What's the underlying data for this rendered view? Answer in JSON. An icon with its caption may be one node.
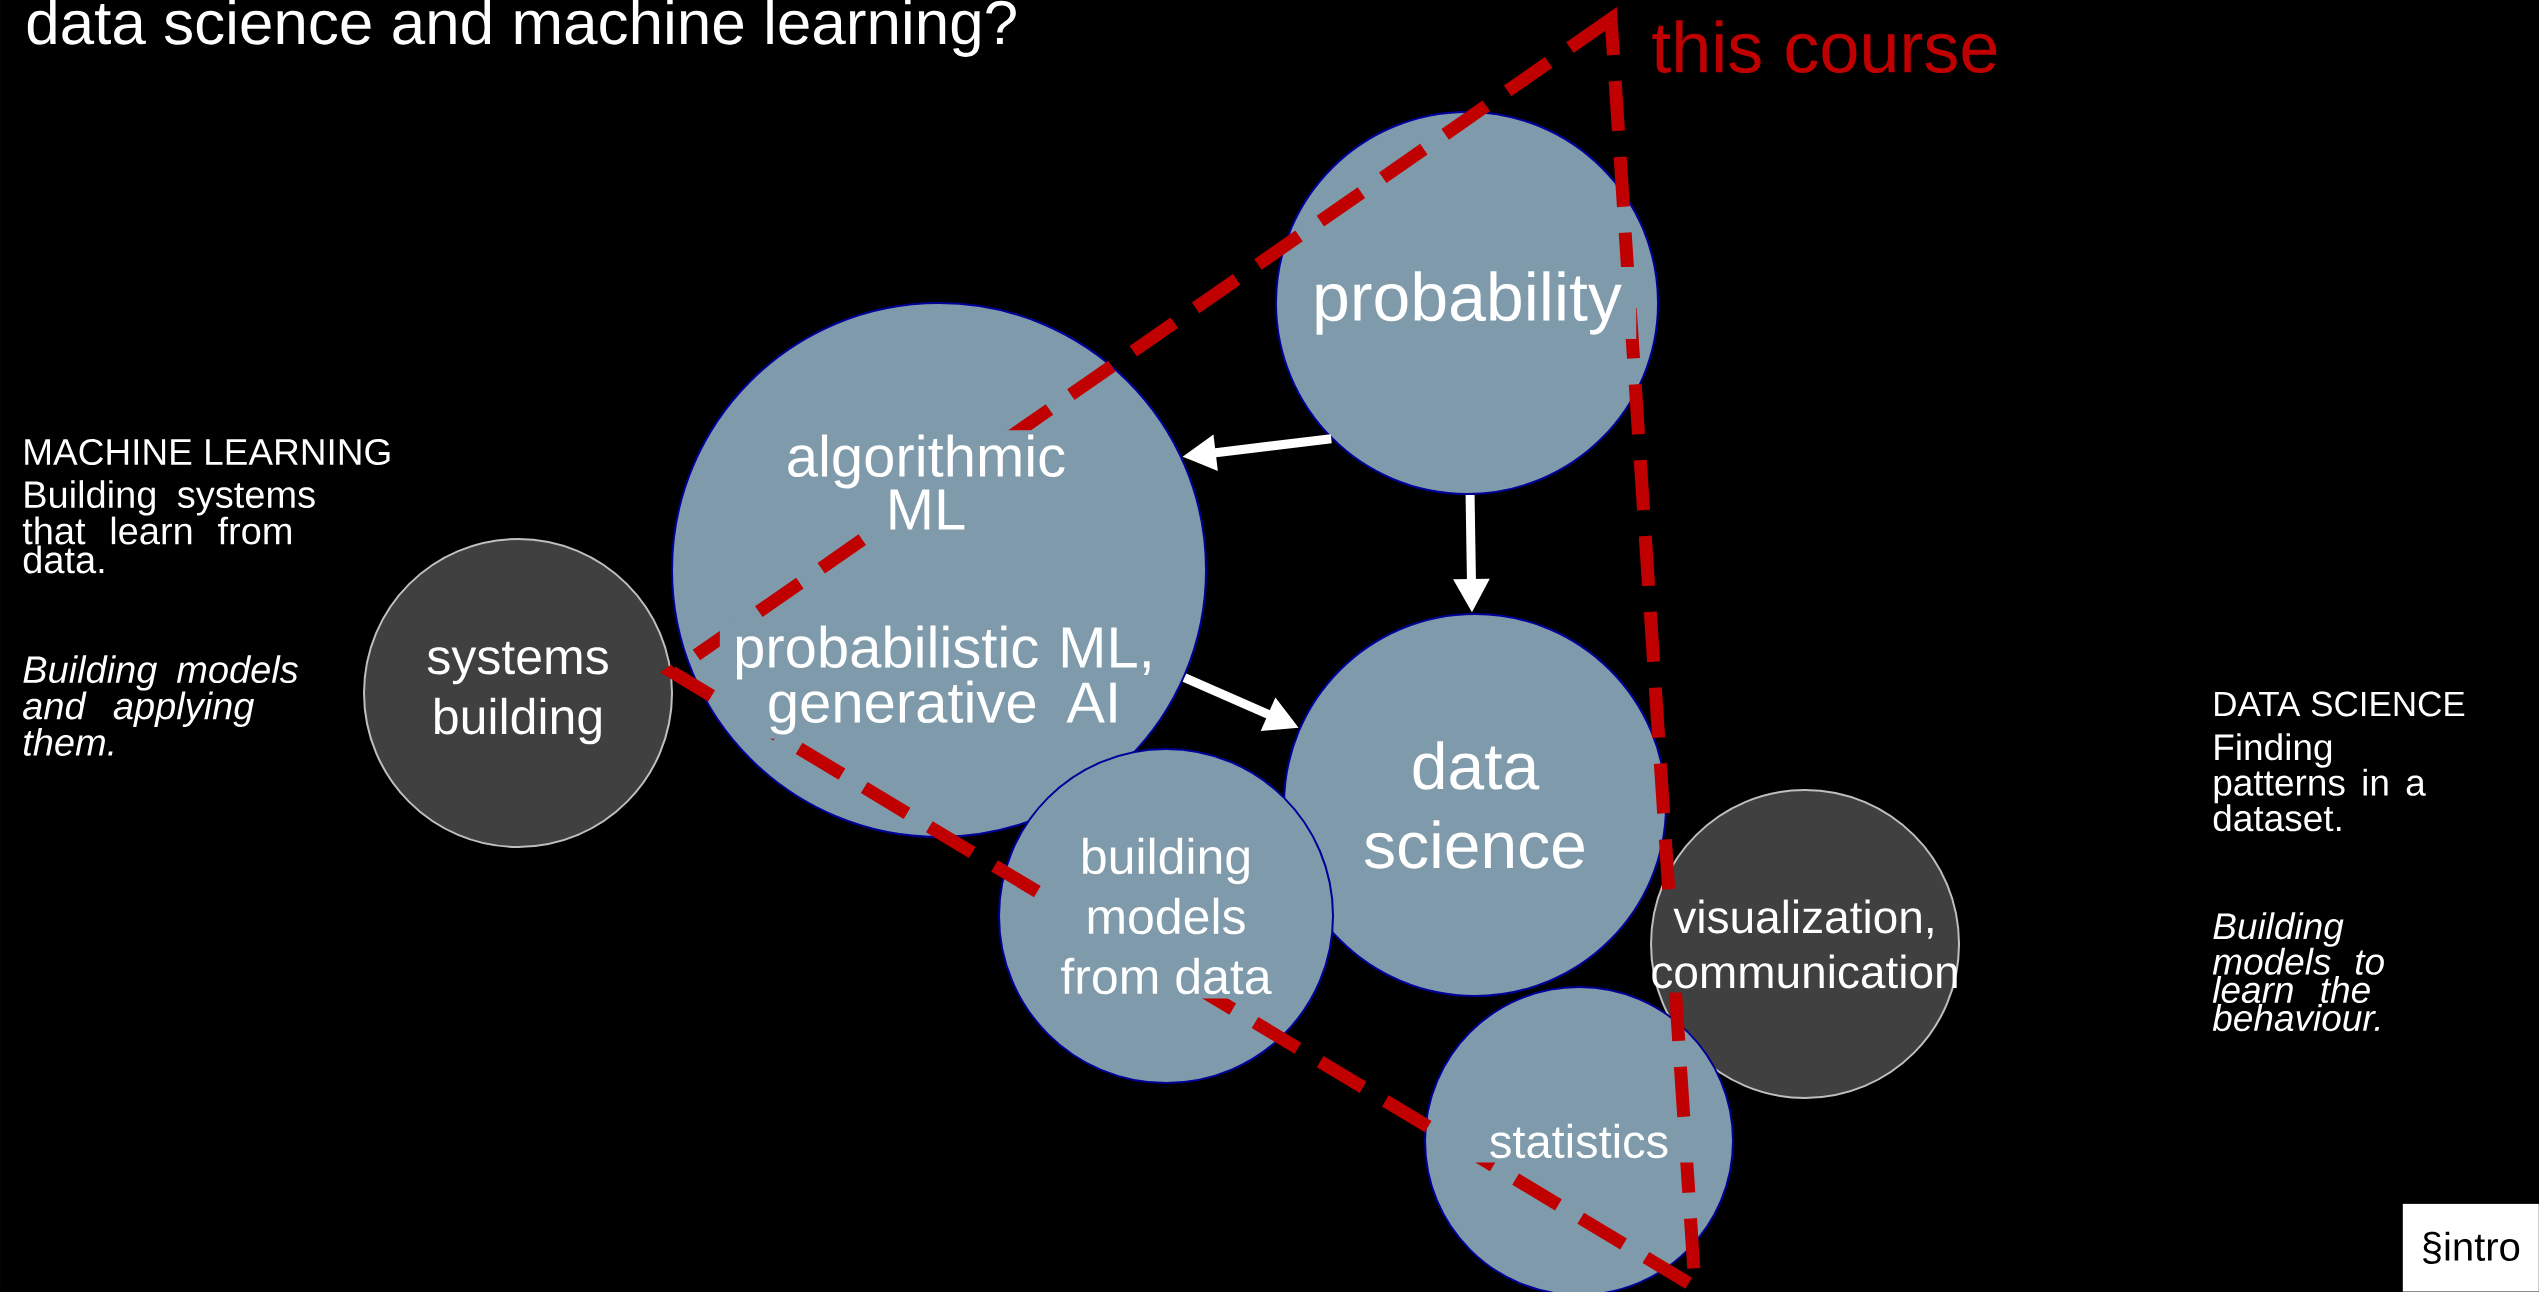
{
  "diagram": {
    "title": "data science and machine learning?",
    "nodes": [
      {
        "text": [
          "probability"
        ]
      },
      {
        "text": [
          "algorithmic ML",
          "probabilistic ML, generative AI"
        ]
      },
      {
        "text": [
          "systems building"
        ]
      },
      {
        "text": [
          "data science"
        ]
      },
      {
        "text": [
          "building models from data"
        ]
      },
      {
        "text": [
          "visualization, communication"
        ]
      },
      {
        "text": [
          "statistics"
        ]
      }
    ],
    "edges": [
      {
        "from": 0,
        "to": 1,
        "arrow": "to"
      },
      {
        "from": 0,
        "to": 3,
        "arrow": "to"
      },
      {
        "from": 1,
        "to": 3,
        "arrow": "to"
      }
    ],
    "labels": [
      "this course",
      "MACHINE LEARNING",
      "Building systems that learn from data.",
      "Building models and applying them.",
      "DATA SCIENCE",
      "Finding patterns in a dataset.",
      "Building models to learn the behaviour.",
      "§intro"
    ]
  }
}
